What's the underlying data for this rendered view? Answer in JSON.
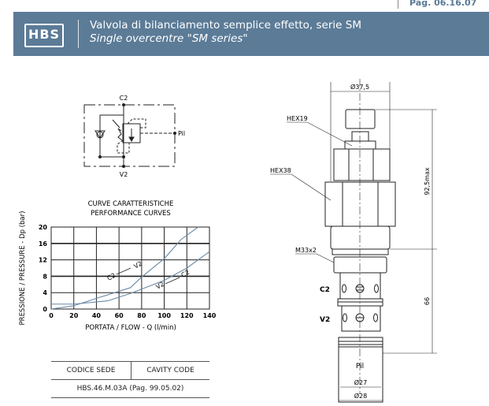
{
  "header": {
    "page": "Pag. 06.16.07",
    "logo": "HBS",
    "title_it": "Valvola di bilanciamento semplice effetto, serie SM",
    "title_en": "Single overcentre \"SM series\""
  },
  "schematic": {
    "port_top": "C2",
    "port_bottom": "V2",
    "port_pilot": "Pil"
  },
  "chart_data": {
    "type": "line",
    "title": [
      "CURVE CARATTERISTICHE",
      "PERFORMANCE CURVES"
    ],
    "xlabel": "PORTATA / FLOW - Q (l/min)",
    "ylabel": "PRESSIONE / PRESSURE - Dp (bar)",
    "xlim": [
      0,
      140
    ],
    "ylim": [
      0,
      20
    ],
    "xticks": [
      0,
      20,
      40,
      60,
      80,
      100,
      120,
      140
    ],
    "yticks": [
      0,
      4,
      8,
      12,
      16,
      20
    ],
    "grid": true,
    "series": [
      {
        "name": "C2 → V2",
        "x": [
          0,
          20,
          40,
          70,
          80,
          100,
          115,
          130
        ],
        "y": [
          0,
          0.8,
          2.6,
          5.2,
          7.8,
          12.3,
          17,
          20
        ]
      },
      {
        "name": "V2 → C2",
        "x": [
          0,
          20,
          50,
          70,
          100,
          120,
          140
        ],
        "y": [
          1.2,
          1.2,
          2,
          3.8,
          7,
          10,
          14
        ]
      }
    ],
    "annotations": [
      "C2",
      "V2",
      "V2",
      "C2"
    ]
  },
  "table": {
    "headers": [
      "CODICE SEDE",
      "CAVITY CODE"
    ],
    "value": "HBS.46.M.03A (Pag. 99.05.02)"
  },
  "drawing": {
    "d_top": "Ø37,5",
    "hex19": "HEX19",
    "hex38": "HEX38",
    "thread": "M33x2",
    "port_c2": "C2",
    "port_v2": "V2",
    "port_pil": "Pil",
    "d27": "Ø27",
    "d28": "Ø28",
    "h_top": "92,5max",
    "h_bottom": "66"
  },
  "colors": {
    "band": "#5b7b97",
    "curve": "#6a8aa6"
  }
}
